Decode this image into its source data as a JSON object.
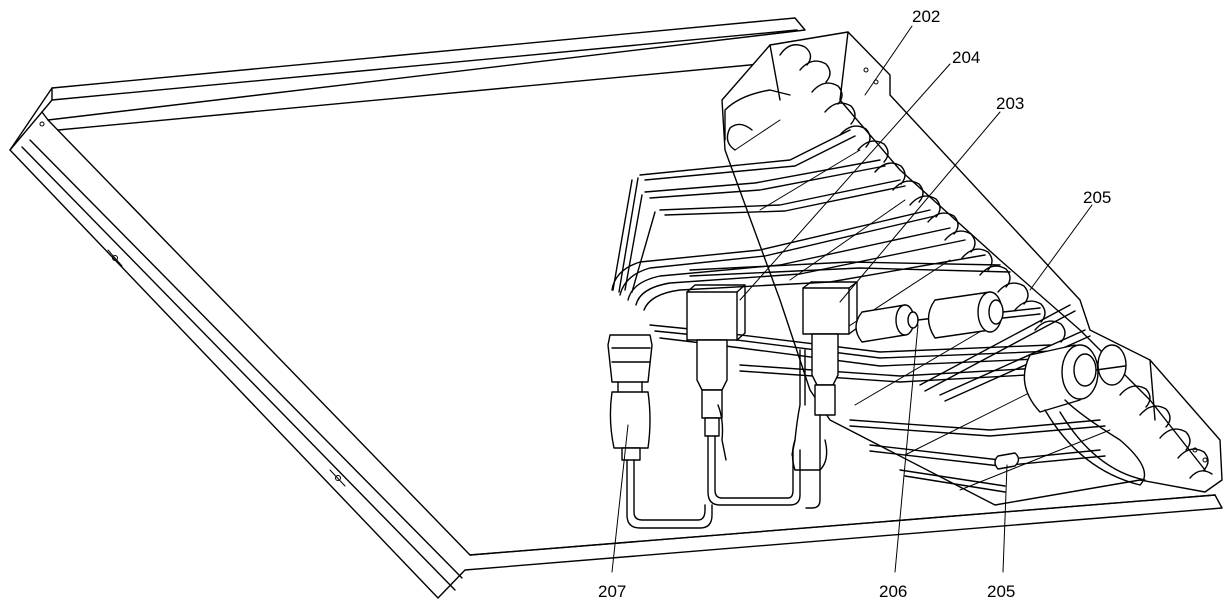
{
  "diagram": {
    "labels": [
      {
        "id": "label-202",
        "text": "202"
      },
      {
        "id": "label-204",
        "text": "204"
      },
      {
        "id": "label-203",
        "text": "203"
      },
      {
        "id": "label-205-top",
        "text": "205"
      },
      {
        "id": "label-207",
        "text": "207"
      },
      {
        "id": "label-206",
        "text": "206"
      },
      {
        "id": "label-205-bottom",
        "text": "205"
      }
    ]
  }
}
